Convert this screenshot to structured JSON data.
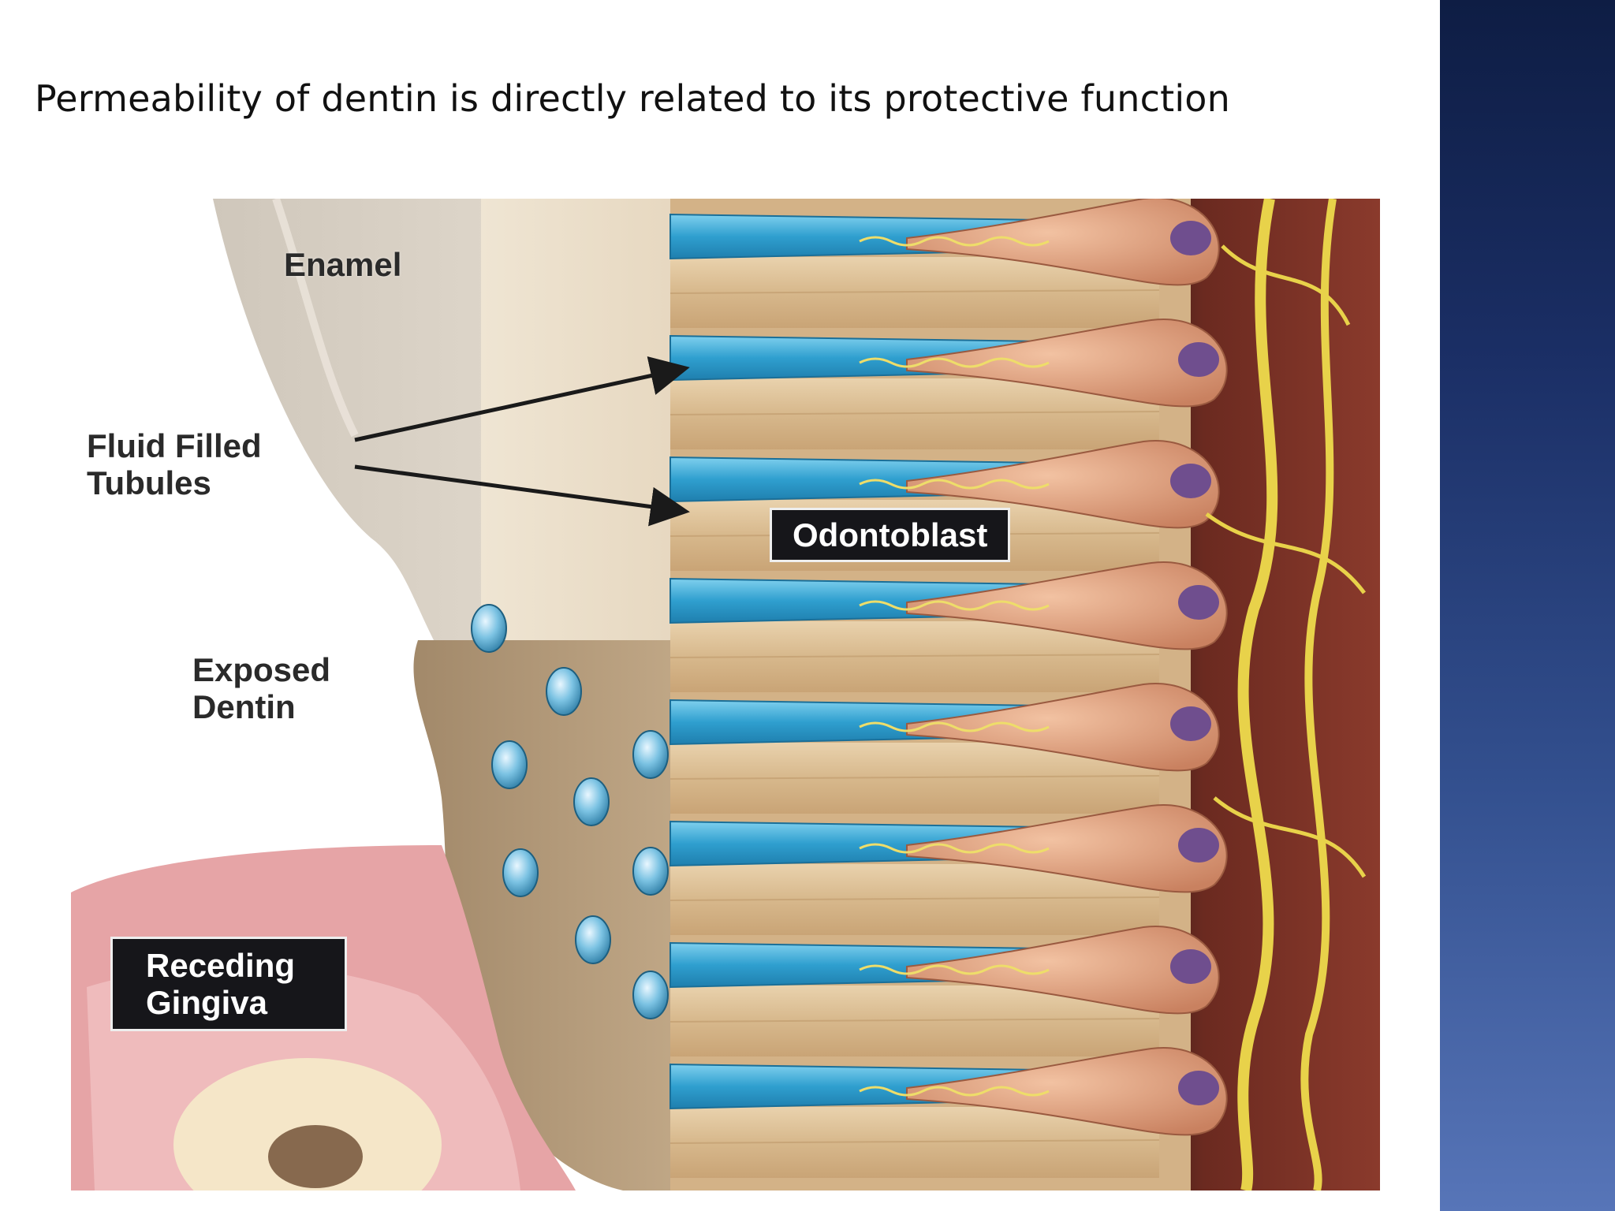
{
  "slide": {
    "title": "Permeability of dentin is directly related to its protective function"
  },
  "figure": {
    "labels": {
      "enamel": "Enamel",
      "fluid_filled_tubules_line1": "Fluid Filled",
      "fluid_filled_tubules_line2": "Tubules",
      "odontoblast": "Odontoblast",
      "exposed_dentin_line1": "Exposed",
      "exposed_dentin_line2": "Dentin",
      "receding_gingiva_line1": "Receding",
      "receding_gingiva_line2": "Gingiva"
    },
    "colors": {
      "tubule": "#3aa9d6",
      "dentin": "#d9b98f",
      "odontoblast": "#e3a17a",
      "nucleus": "#6f4e8e",
      "nerve": "#e8d24a",
      "pulp": "#7a2c22",
      "gingiva": "#e29a9a",
      "enamel": "#d8cfc2",
      "accent_band": "#1b2f66"
    }
  }
}
